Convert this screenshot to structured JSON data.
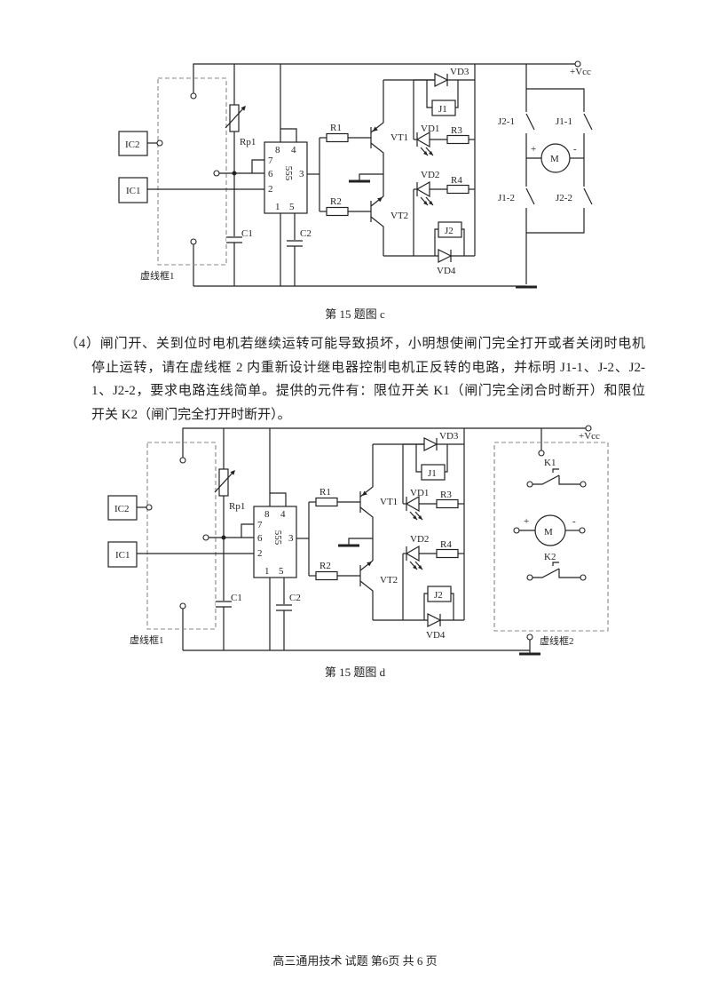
{
  "figure_c": {
    "caption": "第 15 题图 c",
    "labels": {
      "vcc": "+Vcc",
      "ic1": "IC1",
      "ic2": "IC2",
      "rp1": "Rp1",
      "c1": "C1",
      "c2": "C2",
      "chip": "555",
      "pin8": "8",
      "pin4": "4",
      "pin7": "7",
      "pin6": "6",
      "pin2": "2",
      "pin3": "3",
      "pin1": "1",
      "pin5": "5",
      "r1": "R1",
      "r2": "R2",
      "r3": "R3",
      "r4": "R4",
      "vt1": "VT1",
      "vt2": "VT2",
      "vd1": "VD1",
      "vd2": "VD2",
      "vd3": "VD3",
      "vd4": "VD4",
      "j1": "J1",
      "j2": "J2",
      "box1": "虚线框1",
      "j2_1": "J2-1",
      "j1_1": "J1-1",
      "j1_2": "J1-2",
      "j2_2": "J2-2",
      "motor": "M",
      "plus": "+",
      "minus": "-"
    }
  },
  "question": {
    "lines": [
      "（4）闸门开、关到位时电机若继续运转可能导致损坏，小明想使闸门完全打开或者关闭时电机",
      "停止运转，请在虚线框 2 内重新设计继电器控制电机正反转的电路，并标明 J1-1、J-2、J2-",
      "1、J2-2，要求电路连线简单。提供的元件有：限位开关 K1（闸门完全闭合时断开）和限位",
      "开关 K2（闸门完全打开时断开）。"
    ]
  },
  "figure_d": {
    "caption": "第 15 题图 d",
    "labels": {
      "vcc": "+Vcc",
      "ic1": "IC1",
      "ic2": "IC2",
      "rp1": "Rp1",
      "c1": "C1",
      "c2": "C2",
      "chip": "555",
      "pin8": "8",
      "pin4": "4",
      "pin7": "7",
      "pin6": "6",
      "pin2": "2",
      "pin3": "3",
      "pin1": "1",
      "pin5": "5",
      "r1": "R1",
      "r2": "R2",
      "r3": "R3",
      "r4": "R4",
      "vt1": "VT1",
      "vt2": "VT2",
      "vd1": "VD1",
      "vd2": "VD2",
      "vd3": "VD3",
      "vd4": "VD4",
      "j1": "J1",
      "j2": "J2",
      "box1": "虚线框1",
      "box2": "虚线框2",
      "k1": "K1",
      "k2": "K2",
      "motor": "M",
      "plus": "+",
      "minus": "-"
    }
  },
  "footer": "高三通用技术  试题  第6页  共 6 页"
}
